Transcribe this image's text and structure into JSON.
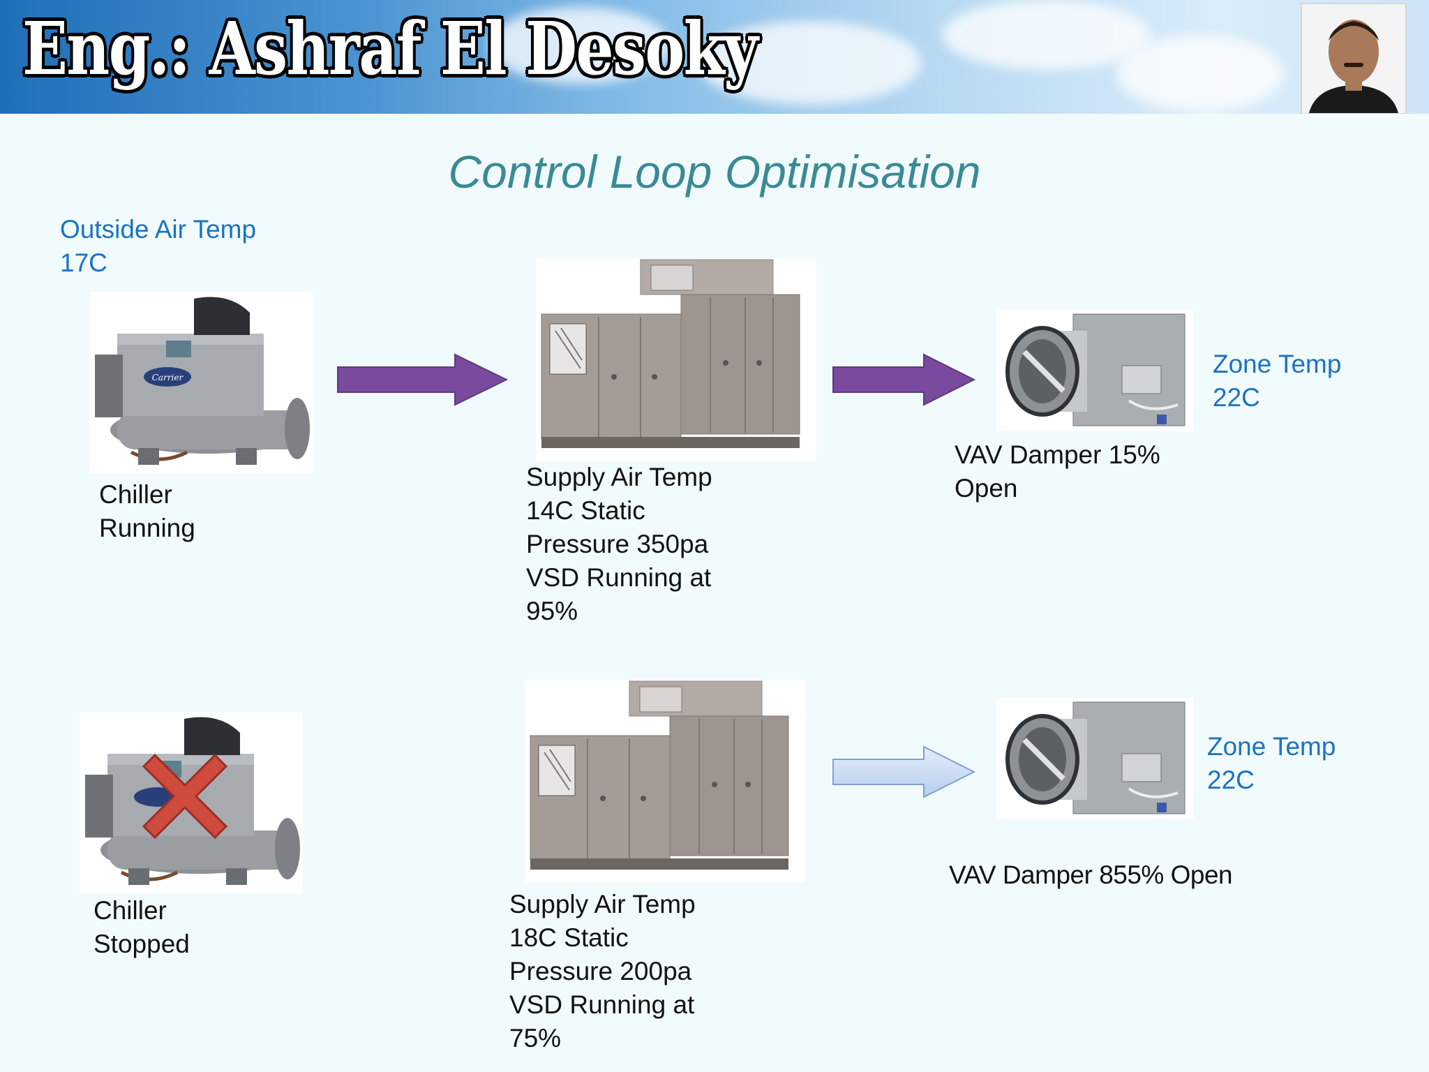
{
  "header": {
    "author": "Eng.: Ashraf El Desoky"
  },
  "title": "Control Loop Optimisation",
  "outside_air": {
    "label": "Outside Air Temp",
    "value": "17C"
  },
  "scenario_1": {
    "chiller_status_line1": "Chiller",
    "chiller_status_line2": "Running",
    "ahu_lines": [
      "Supply Air Temp",
      "14C  Static",
      "Pressure 350pa",
      "VSD Running at",
      "95%"
    ],
    "vav_line1": "VAV Damper 15%",
    "vav_line2": "Open",
    "zone_label": "Zone Temp",
    "zone_value": "22C",
    "arrow_color": "#7a4a9e"
  },
  "scenario_2": {
    "chiller_status_line1": "Chiller",
    "chiller_status_line2": "Stopped",
    "ahu_lines": [
      "Supply Air Temp",
      "18C  Static",
      "Pressure 200pa",
      "VSD Running at",
      "75%"
    ],
    "vav_line1": "VAV Damper 855% Open",
    "zone_label": "Zone Temp",
    "zone_value": "22C",
    "arrow_color": "#c9dcf5"
  },
  "icons": {
    "chiller": "chiller-icon",
    "ahu": "air-handling-unit-icon",
    "vav": "vav-damper-icon",
    "stopped": "red-x-icon",
    "flow": "arrow-right-icon"
  }
}
